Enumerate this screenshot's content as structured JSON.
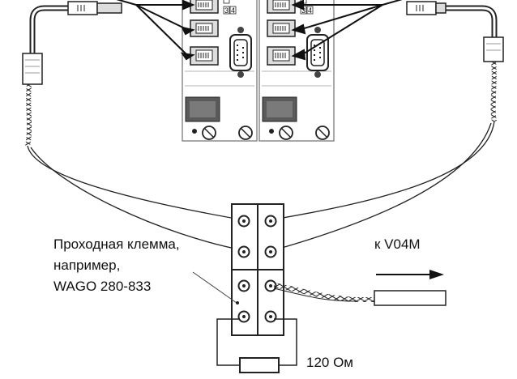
{
  "labels": {
    "terminal_line1": "Проходная клемма,",
    "terminal_line2": "например,",
    "terminal_line3": "WAGO 280-833",
    "direction": "к V04M",
    "resistor": "120 Ом"
  },
  "module_marks": {
    "left": [
      "3",
      "4"
    ],
    "right": [
      "3",
      "4"
    ]
  },
  "colors": {
    "line": "#1a1a1a",
    "module_fill": "#ffffff",
    "module_edge": "#9a9a9a",
    "shade": "#555555",
    "text": "#111111"
  }
}
